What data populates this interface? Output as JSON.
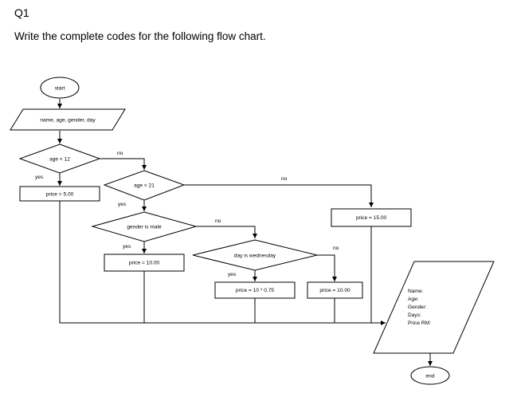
{
  "heading": "Q1",
  "instruction": "Write the complete codes for the following flow chart.",
  "flowchart": {
    "start": "start",
    "input": "name, age, gender, day",
    "cond_age12": "age < 12",
    "price_5": "price = 5.00",
    "cond_age21": "age < 21",
    "price_15": "price = 15.00",
    "cond_gender": "gender is male",
    "price_10_male": "price = 10.00",
    "cond_day": "day is wednesday",
    "price_075": "price = 10 * 0.75",
    "price_10_other": "price = 10.00",
    "output_lines": [
      "Name:",
      "Age:",
      "Gender:",
      "Days:",
      "Price RM:"
    ],
    "end": "end",
    "yes": "yes",
    "no": "no"
  }
}
